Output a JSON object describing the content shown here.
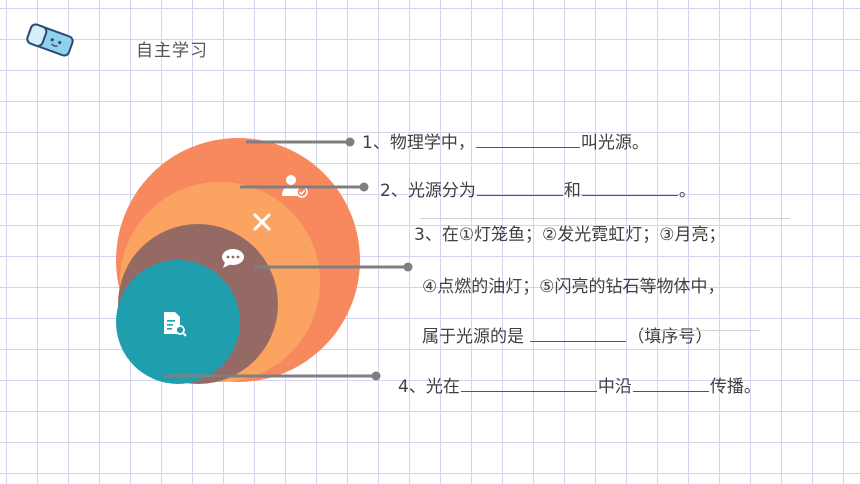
{
  "header": {
    "title": "自主学习",
    "eraser_icon": "eraser-icon"
  },
  "colors": {
    "orange": "#f8895e",
    "light_orange": "#fba462",
    "brown": "#956a64",
    "teal": "#1f9fad",
    "line": "#7f7f7f"
  },
  "icons": [
    "user-check-icon",
    "tools-icon",
    "chat-icon",
    "document-search-icon"
  ],
  "questions": {
    "q1": {
      "a": "1、物理学中，",
      "b": "叫光源。"
    },
    "q2": {
      "a": "2、光源分为",
      "b": "和",
      "c": "。"
    },
    "q3": {
      "line1": "3、在①灯笼鱼；②发光霓虹灯；③月亮；",
      "line2": "④点燃的油灯；⑤闪亮的钻石等物体中，",
      "line3a": "属于光源的是",
      "line3b": "（填序号）"
    },
    "q4": {
      "a": "4、光在",
      "b": "中沿",
      "c": "传播。"
    }
  }
}
